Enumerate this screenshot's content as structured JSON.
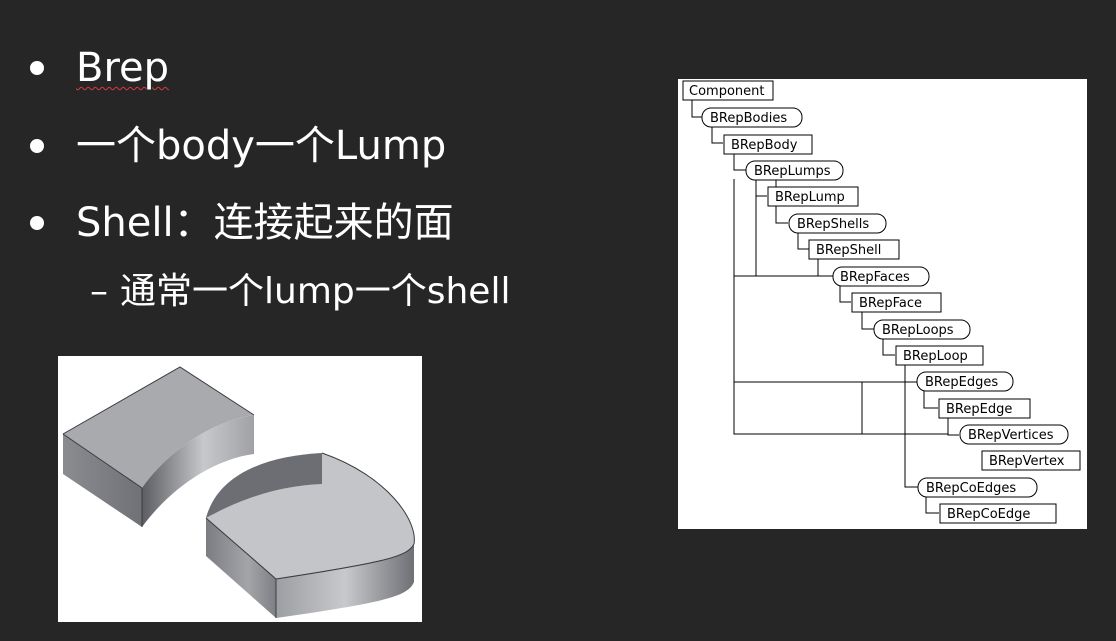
{
  "bullets": [
    {
      "label": "Brep"
    },
    {
      "label": "一个body一个Lump"
    },
    {
      "label": "Shell：连接起来的面"
    }
  ],
  "sub_bullet": {
    "dash": "–",
    "label": "通常一个lump一个shell"
  },
  "hierarchy": {
    "nodes": [
      "Component",
      "BRepBodies",
      "BRepBody",
      "BRepLumps",
      "BRepLump",
      "BRepShells",
      "BRepShell",
      "BRepFaces",
      "BRepFace",
      "BRepLoops",
      "BRepLoop",
      "BRepEdges",
      "BRepEdge",
      "BRepVertices",
      "BRepVertex",
      "BRepCoEdges",
      "BRepCoEdge"
    ]
  }
}
